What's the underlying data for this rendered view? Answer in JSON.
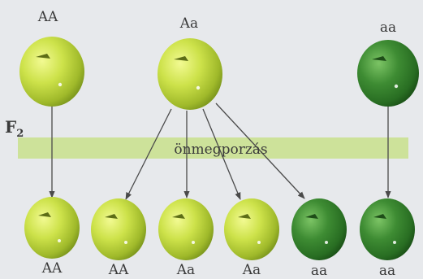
{
  "generation_label": {
    "letter": "F",
    "subscript": "2"
  },
  "parents": [
    {
      "genotype": "AA",
      "phenotype": "yellow-green"
    },
    {
      "genotype": "Aa",
      "phenotype": "yellow-green"
    },
    {
      "genotype": "aa",
      "phenotype": "dark-green"
    }
  ],
  "process_label": "önmegporzás",
  "offspring": [
    {
      "genotype": "AA",
      "phenotype": "yellow-green"
    },
    {
      "genotype": "AA",
      "phenotype": "yellow-green"
    },
    {
      "genotype": "Aa",
      "phenotype": "yellow-green"
    },
    {
      "genotype": "Aa",
      "phenotype": "yellow-green"
    },
    {
      "genotype": "aa",
      "phenotype": "dark-green"
    },
    {
      "genotype": "aa",
      "phenotype": "dark-green"
    }
  ],
  "colors": {
    "background": "#e7e9ec",
    "band": "#cde29a",
    "yellow_green": "#c7dc3c",
    "dark_green": "#3e8c33",
    "arrow": "#4a4a4a",
    "text": "#3a3a3a"
  }
}
